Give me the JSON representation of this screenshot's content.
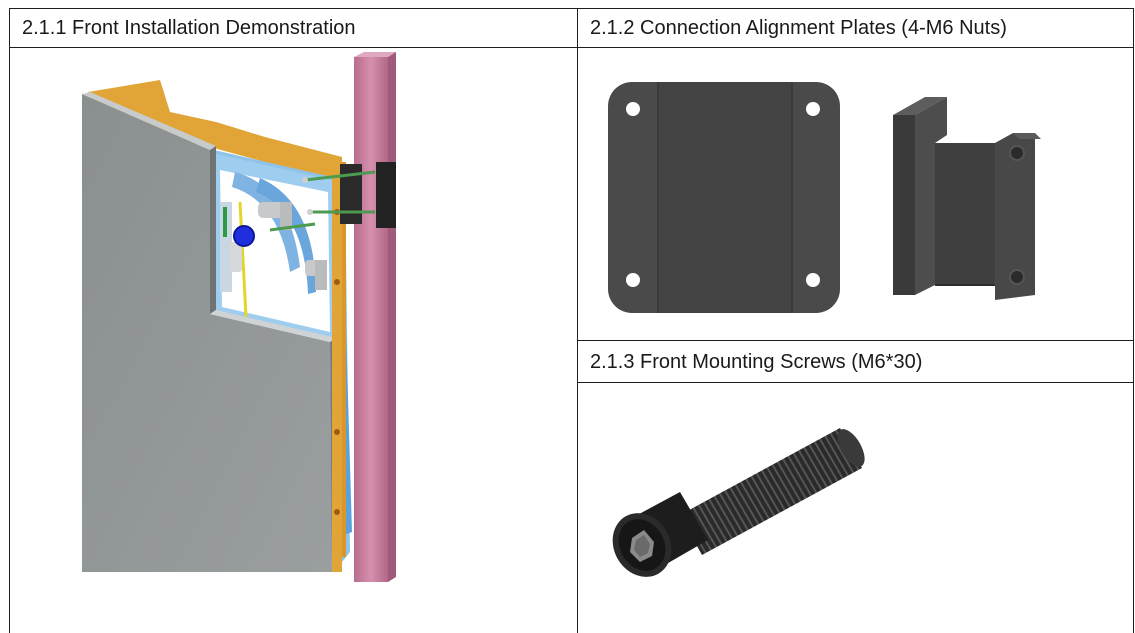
{
  "table": {
    "left_header": "2.1.1 Front Installation Demonstration",
    "right_top_header": "2.1.2 Connection Alignment Plates (4-M6 Nuts)",
    "right_bottom_header": "2.1.3 Front Mounting Screws (M6*30)"
  },
  "colors": {
    "grid": "#1e1e1e",
    "panel_face": "#8e9293",
    "frame_orange": "#e1a437",
    "frame_blue": "#8ec3ea",
    "column_pink": "#c57b9c",
    "plate_dark": "#4a4a4a",
    "screw_black": "#202020",
    "knob_blue": "#1f2fe0"
  },
  "illustrations": {
    "front_installation": "led-panel-mounted-on-column",
    "flat_plate": "flat-connection-alignment-plate",
    "bent_plate": "bent-connection-alignment-plate",
    "screw": "m6-socket-head-screw"
  }
}
